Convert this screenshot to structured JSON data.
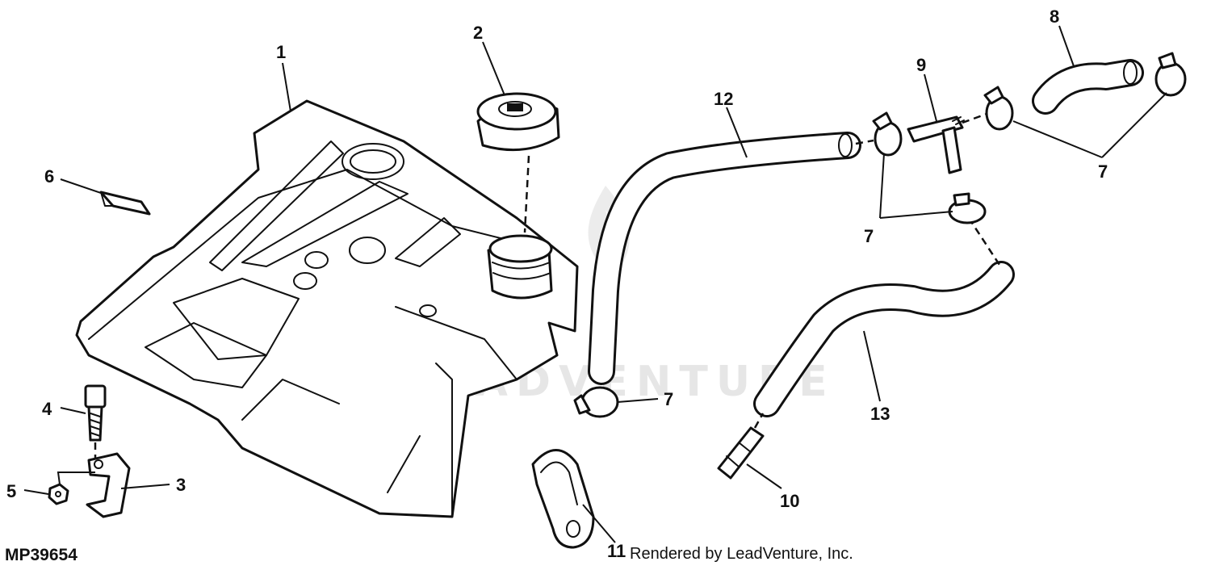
{
  "figure_id": "MP39654",
  "credit": "Rendered by LeadVenture, Inc.",
  "watermark": "LEADVENTURE",
  "callouts": [
    {
      "id": "1",
      "label": "1"
    },
    {
      "id": "2",
      "label": "2"
    },
    {
      "id": "3",
      "label": "3"
    },
    {
      "id": "4",
      "label": "4"
    },
    {
      "id": "5",
      "label": "5"
    },
    {
      "id": "6",
      "label": "6"
    },
    {
      "id": "7a",
      "label": "7"
    },
    {
      "id": "7b",
      "label": "7"
    },
    {
      "id": "7c",
      "label": "7"
    },
    {
      "id": "8",
      "label": "8"
    },
    {
      "id": "9",
      "label": "9"
    },
    {
      "id": "10",
      "label": "10"
    },
    {
      "id": "11",
      "label": "11"
    },
    {
      "id": "12",
      "label": "12"
    },
    {
      "id": "13",
      "label": "13"
    }
  ]
}
